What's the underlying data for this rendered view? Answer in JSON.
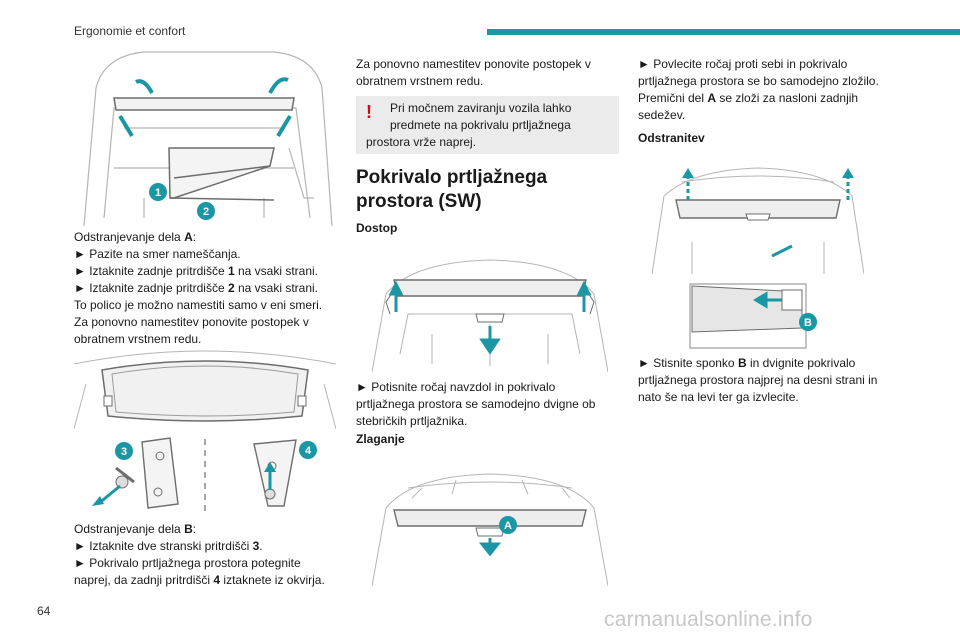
{
  "header": {
    "section_title": "Ergonomie et confort",
    "accent_color": "#1b96a4"
  },
  "page_number": "64",
  "watermark": "carmanualsonline.info",
  "col1": {
    "para_a": {
      "intro": "Odstranjevanje dela ",
      "intro_bold": "A",
      "intro_end": ":",
      "step1": "Pazite na smer nameščanja.",
      "step2_pre": "Iztaknite zadnje pritrdišče ",
      "step2_bold": "1",
      "step2_post": " na vsaki strani.",
      "step3_pre": "Iztaknite zadnje pritrdišče ",
      "step3_bold": "2",
      "step3_post": " na vsaki strani.",
      "line4": "To polico je možno namestiti samo v eni smeri.",
      "line5": "Za ponovno namestitev ponovite postopek v",
      "line6": "obratnem vrstnem redu."
    },
    "para_b": {
      "intro": "Odstranjevanje dela ",
      "intro_bold": "B",
      "intro_end": ":",
      "step1_pre": "Iztaknite dve stranski pritrdišči ",
      "step1_bold": "3",
      "step1_post": ".",
      "step2_line1": "Pokrivalo prtljažnega prostora potegnite",
      "step2_line2_pre": "naprej, da zadnji pritrdišči ",
      "step2_line2_bold": "4",
      "step2_line2_post": " iztaknete iz okvirja."
    },
    "fig1_labels": [
      "1",
      "2"
    ],
    "fig2_labels": [
      "3",
      "4"
    ]
  },
  "col2": {
    "line1": "Za ponovno namestitev ponovite postopek v",
    "line2": "obratnem vrstnem redu.",
    "warning": {
      "icon": "!",
      "line1": "Pri močnem zaviranju vozila lahko",
      "line2": "predmete na pokrivalu prtljažnega",
      "line3": "prostora vrže naprej."
    },
    "section_title_line1": "Pokrivalo prtljažnega",
    "section_title_line2": "prostora (SW)",
    "dostop_title": "Dostop",
    "dostop_line1": "Potisnite ročaj navzdol in pokrivalo",
    "dostop_line2": "prtljažnega prostora se samodejno dvigne ob",
    "dostop_line3": "stebričkih prtljažnika.",
    "zlaganje_title": "Zlaganje",
    "fig4_label": "A"
  },
  "col3": {
    "line1": "Povlecite ročaj proti sebi in pokrivalo",
    "line2": "prtljažnega prostora se bo samodejno zložilo.",
    "line3_pre": "Premični del ",
    "line3_bold": "A",
    "line3_post": " se zloži za nasloni zadnjih",
    "line4": "sedežev.",
    "odstranitev_title": "Odstranitev",
    "step_pre": "Stisnite sponko ",
    "step_bold": "B",
    "step_post": " in dvignite pokrivalo",
    "step_line2": "prtljažnega prostora najprej na desni strani in",
    "step_line3": "nato še na levi ter ga izvlecite.",
    "fig5_label": "B"
  },
  "colors": {
    "callout": "#1b96a4",
    "warning": "#e3001b",
    "warning_bg": "#ebebeb"
  }
}
